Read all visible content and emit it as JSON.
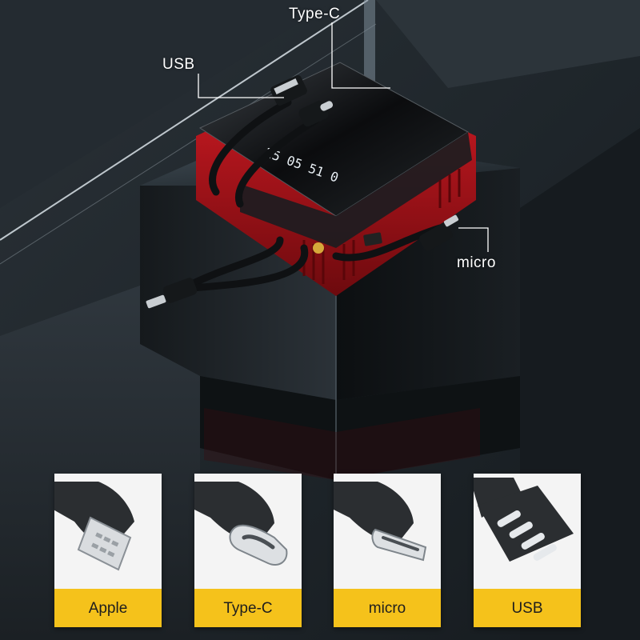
{
  "callouts": {
    "type_c": "Type-C",
    "usb": "USB",
    "micro": "micro"
  },
  "display": {
    "readout": "25 05 51 0"
  },
  "connector_cards": [
    {
      "icon": "lightning-connector-icon",
      "label": "Apple"
    },
    {
      "icon": "usb-c-connector-icon",
      "label": "Type-C"
    },
    {
      "icon": "micro-usb-connector-icon",
      "label": "micro"
    },
    {
      "icon": "usb-a-connector-icon",
      "label": "USB"
    }
  ],
  "colors": {
    "background": "#1c2227",
    "power_bank_red": "#b3141b",
    "label_bar": "#f5c21b",
    "card_bg": "#f4f4f4"
  }
}
